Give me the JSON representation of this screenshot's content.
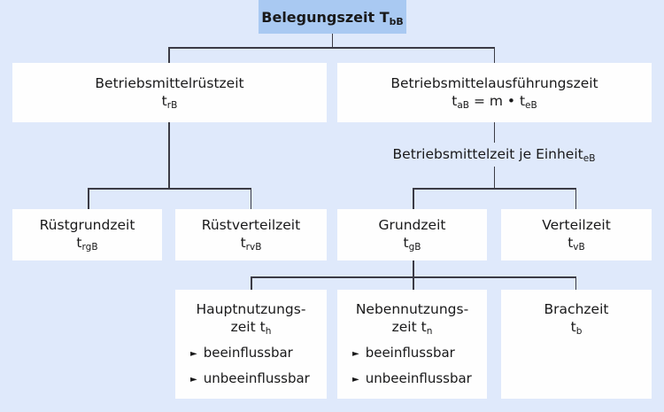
{
  "diagram": {
    "title": "Belegungszeit T_bB",
    "background_color": "#dfe9fb",
    "box_color": "#fefefe",
    "title_box_color": "#a9c9f2",
    "line_color": "#3b3b45"
  },
  "root": {
    "label_main": "Belegungszeit T",
    "label_sub": "bB"
  },
  "level2": {
    "left": {
      "line1": "Betriebsmittelrüstzeit",
      "line2_main": "t",
      "line2_sub": "rB"
    },
    "right": {
      "line1": "Betriebsmittelausführungszeit",
      "line2_a_main": "t",
      "line2_a_sub": "aB",
      "line2_mid": " = m • ",
      "line2_b_main": "t",
      "line2_b_sub": "eB"
    }
  },
  "mid_label": {
    "main": "Betriebsmittelzeit je Einheit",
    "sub": "eB"
  },
  "level3": {
    "ruestgrundzeit": {
      "line1": "Rüstgrundzeit",
      "line2_main": "t",
      "line2_sub": "rgB"
    },
    "ruestverteilzeit": {
      "line1": "Rüstverteilzeit",
      "line2_main": "t",
      "line2_sub": "rvB"
    },
    "grundzeit": {
      "line1": "Grundzeit",
      "line2_main": "t",
      "line2_sub": "gB"
    },
    "verteilzeit": {
      "line1": "Verteilzeit",
      "line2_main": "t",
      "line2_sub": "vB"
    }
  },
  "level4": {
    "hauptnutzungszeit": {
      "line1": "Hauptnutzungs-",
      "line2_main": "zeit t",
      "line2_sub": "h",
      "bullet1": "beeinflussbar",
      "bullet2": "unbeeinflussbar",
      "bullet_glyph": "►"
    },
    "nebennutzungszeit": {
      "line1": "Nebennutzungs-",
      "line2_main": "zeit t",
      "line2_sub": "n",
      "bullet1": "beeinflussbar",
      "bullet2": "unbeeinflussbar",
      "bullet_glyph": "►"
    },
    "brachzeit": {
      "line1": "Brachzeit",
      "line2_main": "t",
      "line2_sub": "b"
    }
  }
}
